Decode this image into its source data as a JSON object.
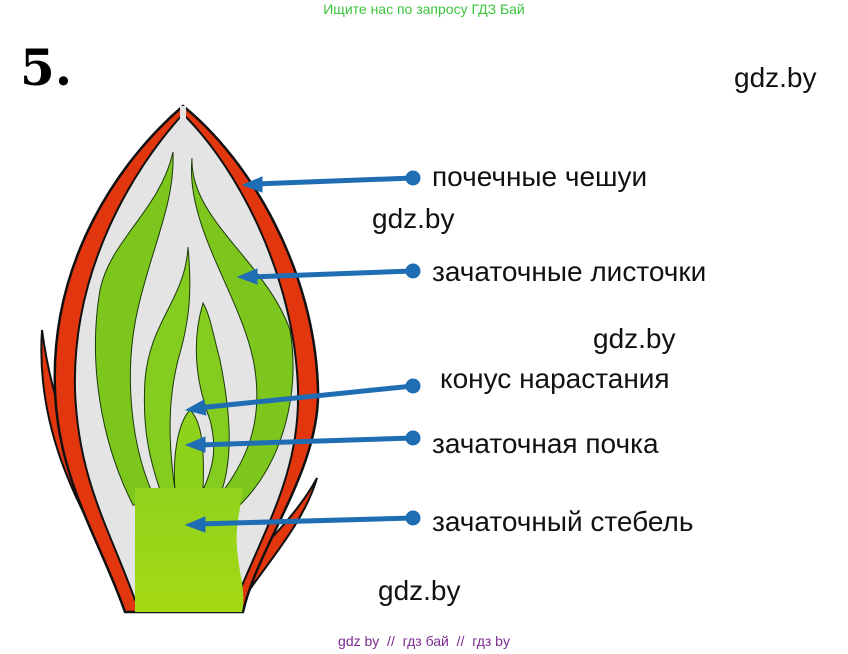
{
  "header_notice": "Ищите нас по запросу ГДЗ Бай",
  "task_number": "5.",
  "watermark": "gdz.by",
  "labels": [
    "почечные чешуи",
    "зачаточные листочки",
    "конус нарастания",
    "зачаточная почка",
    "зачаточный стебель"
  ],
  "footer": "gdz by  //  гдз бай  //  гдз by",
  "colors": {
    "scale_red": "#e2360e",
    "leaf_green": "#7cc61e",
    "stem_green": "#a6d914",
    "inner_gray": "#e4e4e4",
    "arrow_blue": "#1f6db3",
    "notice_green": "#3cc43c",
    "footer_purple": "#7a2a8e"
  }
}
